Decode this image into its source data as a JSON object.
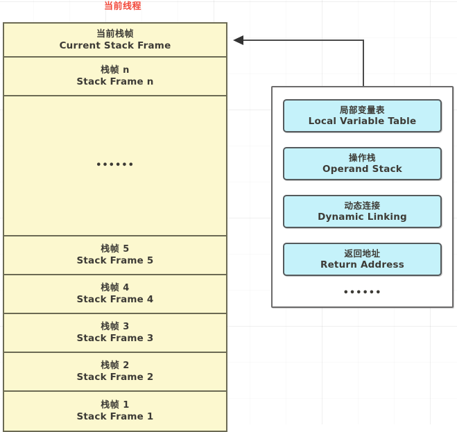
{
  "diagram": {
    "title_cn": "当前线程",
    "title_color": "#f24a3c",
    "stack": {
      "name": "thread-stack",
      "fill_color": "#fcf8cf",
      "border_color": "#6b6a53",
      "frames": [
        {
          "cn": "当前栈帧",
          "en": "Current Stack Frame",
          "kind": "current"
        },
        {
          "cn": "栈帧 n",
          "en": "Stack Frame n",
          "kind": "normal"
        },
        {
          "cn": "",
          "en": "",
          "kind": "gap",
          "dots": "••••••"
        },
        {
          "cn": "栈帧 5",
          "en": "Stack Frame 5",
          "kind": "normal"
        },
        {
          "cn": "栈帧 4",
          "en": "Stack Frame 4",
          "kind": "normal"
        },
        {
          "cn": "栈帧 3",
          "en": "Stack Frame 3",
          "kind": "normal"
        },
        {
          "cn": "栈帧 2",
          "en": "Stack Frame 2",
          "kind": "normal"
        },
        {
          "cn": "栈帧 1",
          "en": "Stack Frame 1",
          "kind": "last"
        }
      ]
    },
    "frame_detail": {
      "name": "stack-frame-detail",
      "fill_color": "#c5f2fa",
      "border_color": "#555a5c",
      "items": [
        {
          "cn": "局部变量表",
          "en": "Local Variable Table"
        },
        {
          "cn": "操作栈",
          "en": "Operand Stack"
        },
        {
          "cn": "动态连接",
          "en": "Dynamic Linking"
        },
        {
          "cn": "返回地址",
          "en": "Return Address"
        }
      ],
      "dots": "••••••"
    },
    "connector": {
      "name": "detail-to-current-frame-arrow",
      "color": "#4a4a4a",
      "direction": "right-to-left"
    }
  }
}
